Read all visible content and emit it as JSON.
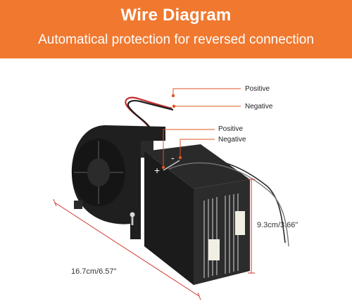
{
  "header": {
    "title": "Wire Diagram",
    "subtitle": "Automatical protection for reversed connection",
    "background": "#f0782f"
  },
  "labels": {
    "fan_positive": "Positive",
    "fan_negative": "Negative",
    "heater_positive": "Positive",
    "heater_negative": "Negative",
    "width": "16.7cm/6.57\"",
    "height": "9.3cm/3.66\""
  },
  "colors": {
    "leader_line": "#e2541f",
    "body": "#1c1c1c"
  }
}
